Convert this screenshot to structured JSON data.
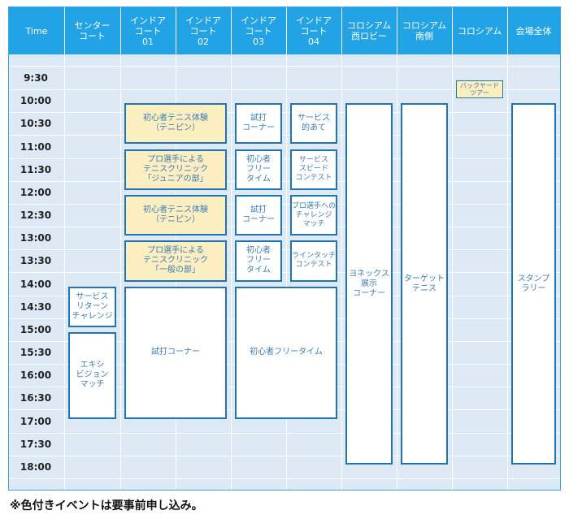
{
  "header": {
    "time_label": "Time",
    "columns": [
      {
        "id": "center",
        "label": "センター\nコート"
      },
      {
        "id": "indoor01",
        "label": "インドア\nコート\n01"
      },
      {
        "id": "indoor02",
        "label": "インドア\nコート\n02"
      },
      {
        "id": "indoor03",
        "label": "インドア\nコート\n03"
      },
      {
        "id": "indoor04",
        "label": "インドア\nコート\n04"
      },
      {
        "id": "colosseum-west",
        "label": "コロシアム\n西ロビー"
      },
      {
        "id": "colosseum-south",
        "label": "コロシアム\n南側"
      },
      {
        "id": "colosseum",
        "label": "コロシアム"
      },
      {
        "id": "venue",
        "label": "会場全体"
      }
    ]
  },
  "times": [
    "9:30",
    "10:00",
    "10:30",
    "11:00",
    "11:30",
    "12:00",
    "12:30",
    "13:00",
    "13:30",
    "14:00",
    "14:30",
    "15:00",
    "15:30",
    "16:00",
    "16:30",
    "17:00",
    "17:30",
    "18:00"
  ],
  "events": [
    {
      "name": "service-return-challenge",
      "label": "サービス\nリターン\nチャレンジ",
      "col": "center",
      "start": "14:00",
      "end": "15:00",
      "style": "white"
    },
    {
      "name": "exhibition-match",
      "label": "エキシ\nビジョン\nマッチ",
      "col": "center",
      "start": "15:00",
      "end": "17:00",
      "style": "white"
    },
    {
      "name": "beginner-tennis-1",
      "label": "初心者テニス体験\n（テニピン）",
      "col": "indoor01",
      "span": 2,
      "start": "10:00",
      "end": "11:00",
      "style": "yellow"
    },
    {
      "name": "pro-clinic-junior",
      "label": "プロ選手による\nテニスクリニック\n「ジュニアの部」",
      "col": "indoor01",
      "span": 2,
      "start": "11:00",
      "end": "12:00",
      "style": "yellow"
    },
    {
      "name": "beginner-tennis-2",
      "label": "初心者テニス体験\n（テニピン）",
      "col": "indoor01",
      "span": 2,
      "start": "12:00",
      "end": "13:00",
      "style": "yellow"
    },
    {
      "name": "pro-clinic-general",
      "label": "プロ選手による\nテニスクリニック\n「一般の部」",
      "col": "indoor01",
      "span": 2,
      "start": "13:00",
      "end": "14:00",
      "style": "yellow"
    },
    {
      "name": "trial-corner-1",
      "label": "試打コーナー",
      "col": "indoor01",
      "span": 2,
      "start": "14:00",
      "end": "17:00",
      "style": "white"
    },
    {
      "name": "trial-corner-03a",
      "label": "試打\nコーナー",
      "col": "indoor03",
      "start": "10:00",
      "end": "11:00",
      "style": "white"
    },
    {
      "name": "beginner-free-03a",
      "label": "初心者\nフリー\nタイム",
      "col": "indoor03",
      "start": "11:00",
      "end": "12:00",
      "style": "white"
    },
    {
      "name": "trial-corner-03b",
      "label": "試打\nコーナー",
      "col": "indoor03",
      "start": "12:00",
      "end": "13:00",
      "style": "white"
    },
    {
      "name": "beginner-free-03b",
      "label": "初心者\nフリー\nタイム",
      "col": "indoor03",
      "start": "13:00",
      "end": "14:00",
      "style": "white"
    },
    {
      "name": "beginner-free-long",
      "label": "初心者フリータイム",
      "col": "indoor03",
      "span": 2,
      "start": "14:00",
      "end": "17:00",
      "style": "white"
    },
    {
      "name": "service-target",
      "label": "サービス\n的あて",
      "col": "indoor04",
      "start": "10:00",
      "end": "11:00",
      "style": "white"
    },
    {
      "name": "service-speed",
      "label": "サービス\nスピード\nコンテスト",
      "col": "indoor04",
      "start": "11:00",
      "end": "12:00",
      "style": "white"
    },
    {
      "name": "pro-challenge-match",
      "label": "プロ選手への\nチャレンジ\nマッチ",
      "col": "indoor04",
      "start": "12:00",
      "end": "13:00",
      "style": "white"
    },
    {
      "name": "line-touch",
      "label": "ラインタッチ\nコンテスト",
      "col": "indoor04",
      "start": "13:00",
      "end": "14:00",
      "style": "white"
    },
    {
      "name": "yonex-corner",
      "label": "ヨネックス\n展示\nコーナー",
      "col": "colosseum-west",
      "start": "10:00",
      "end": "18:00",
      "style": "white"
    },
    {
      "name": "target-tennis",
      "label": "ターゲット\nテニス",
      "col": "colosseum-south",
      "start": "10:00",
      "end": "18:00",
      "style": "white"
    },
    {
      "name": "backyard-tour",
      "label": "バックヤード\nツアー",
      "col": "colosseum",
      "start": "9:30",
      "end": "10:00",
      "style": "yellow"
    },
    {
      "name": "stamp-rally",
      "label": "スタンプ\nラリー",
      "col": "venue",
      "start": "10:00",
      "end": "18:00",
      "style": "white"
    }
  ],
  "footnote": "※色付きイベントは要事前申し込み。"
}
